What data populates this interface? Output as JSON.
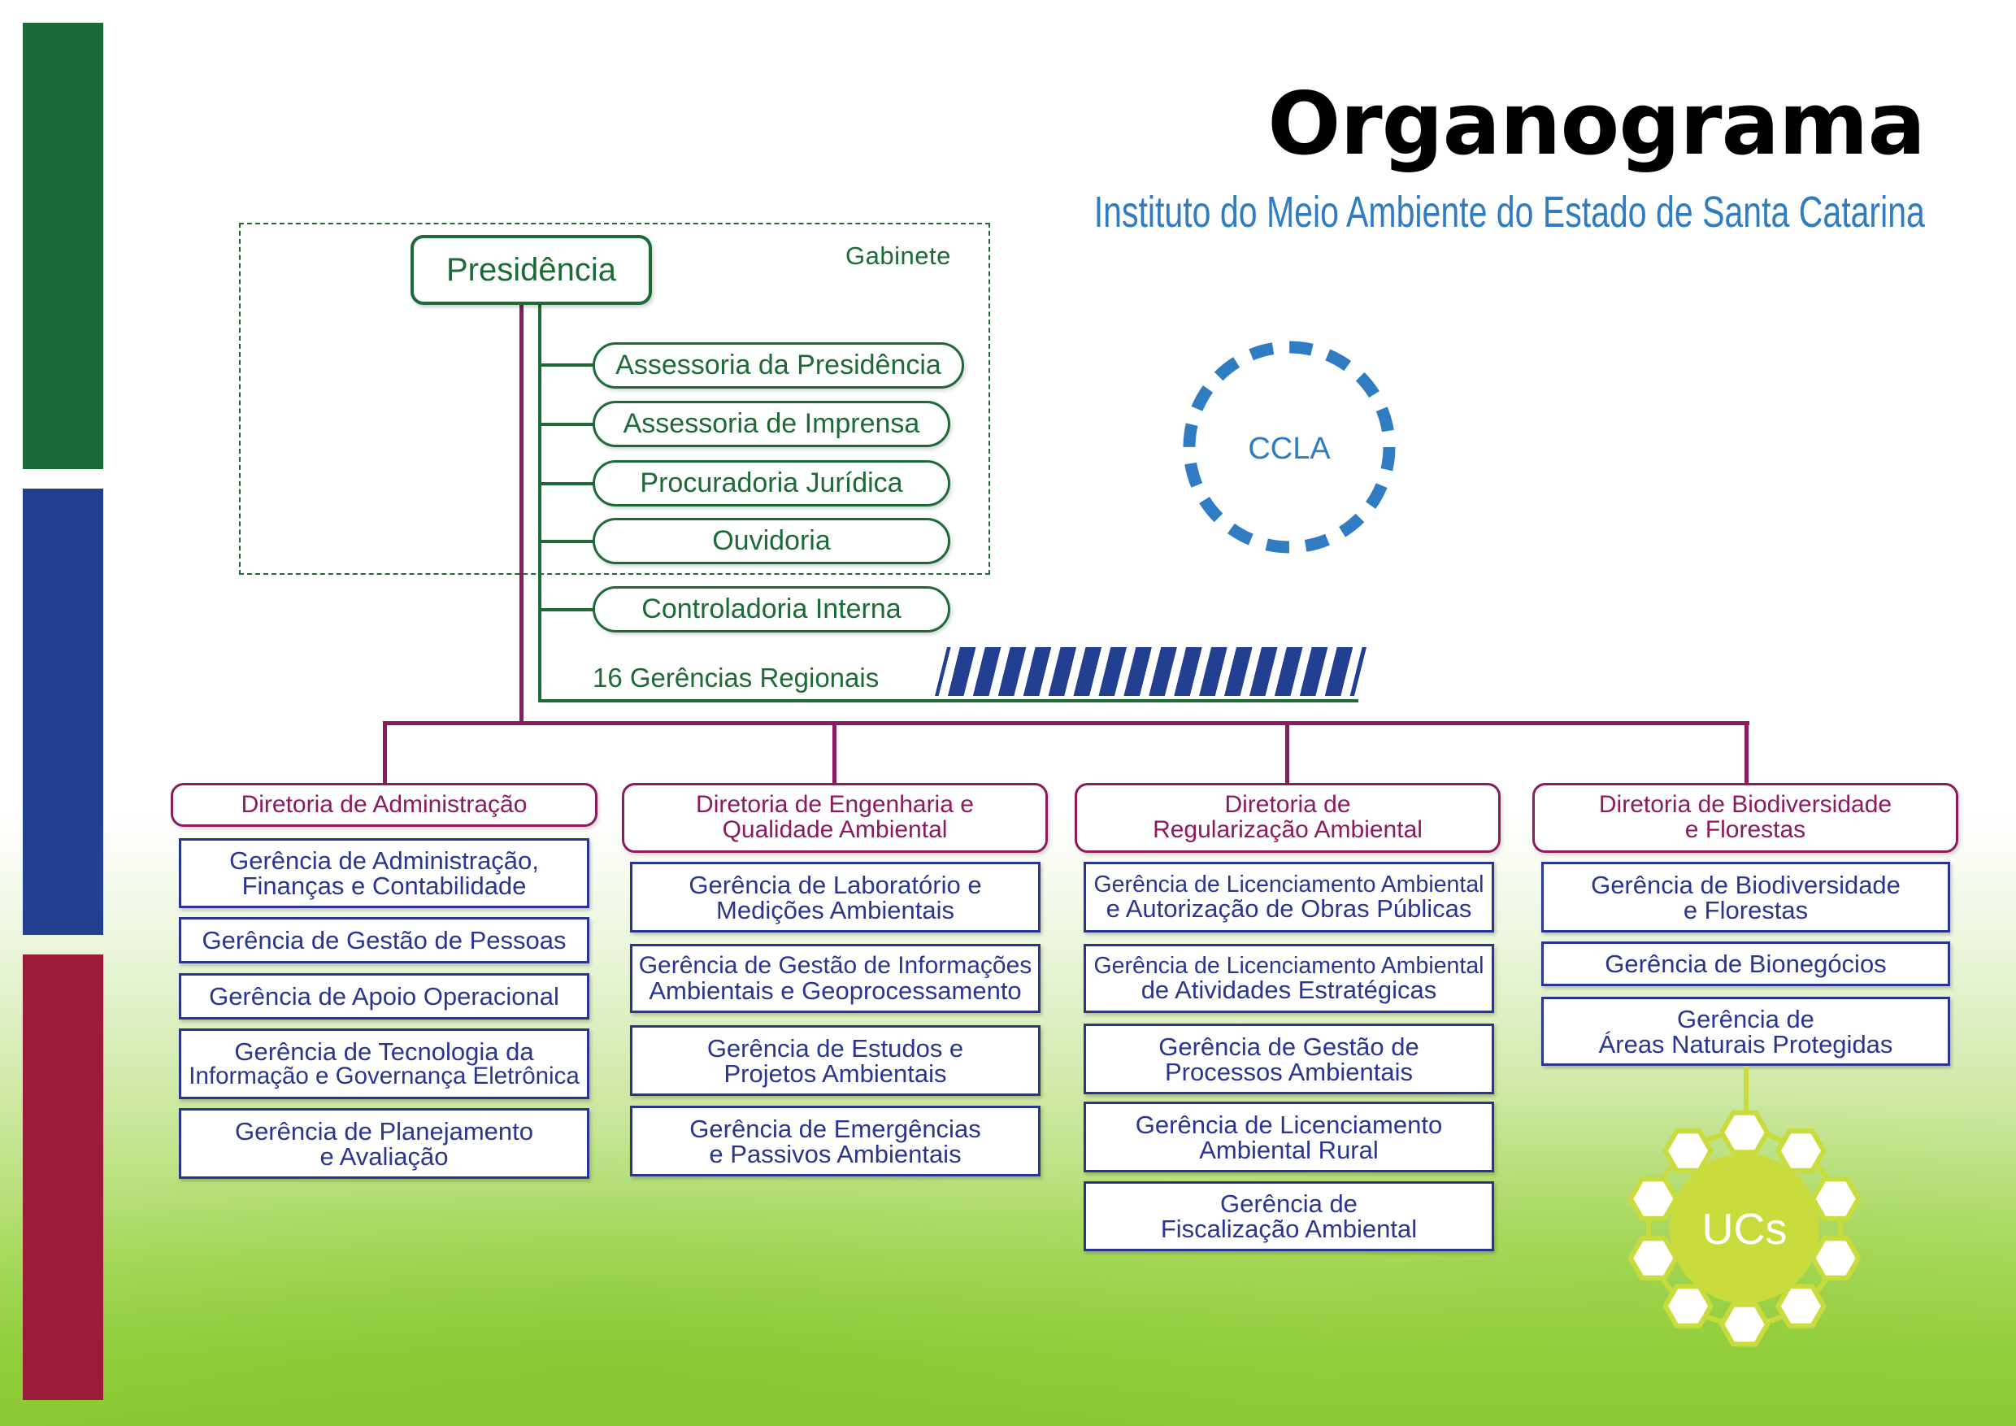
{
  "title": "Organograma",
  "subtitle": "Instituto do Meio Ambiente do Estado de Santa Catarina",
  "colors": {
    "green": "#1c6b37",
    "blue_bar": "#233f92",
    "red_bar": "#9b1b3b",
    "purple": "#8b1a5e",
    "navy": "#2a3590",
    "accent_blue": "#2f7cc2",
    "lime": "#c9dc3c"
  },
  "cabinet": {
    "label": "Gabinete",
    "president": "Presidência",
    "units": [
      "Assessoria da Presidência",
      "Assessoria de Imprensa",
      "Procuradoria Jurídica",
      "Ouvidoria"
    ]
  },
  "internal_control": "Controladoria Interna",
  "regional_offices": "16 Gerências Regionais",
  "council": "CCLA",
  "conservation_units": "UCs",
  "directorates": [
    {
      "name": [
        "Diretoria de Administração"
      ],
      "managements": [
        [
          "Gerência de Administração,",
          "Finanças e Contabilidade"
        ],
        [
          "Gerência de Gestão de Pessoas"
        ],
        [
          "Gerência de Apoio Operacional"
        ],
        [
          "Gerência de Tecnologia da",
          "Informação e Governança Eletrônica"
        ],
        [
          "Gerência de Planejamento",
          "e Avaliação"
        ]
      ]
    },
    {
      "name": [
        "Diretoria de Engenharia e",
        "Qualidade Ambiental"
      ],
      "managements": [
        [
          "Gerência de Laboratório e",
          "Medições Ambientais"
        ],
        [
          "Gerência de Gestão de Informações",
          "Ambientais e Geoprocessamento"
        ],
        [
          "Gerência de Estudos e",
          "Projetos Ambientais"
        ],
        [
          "Gerência de Emergências",
          "e Passivos Ambientais"
        ]
      ]
    },
    {
      "name": [
        "Diretoria de",
        "Regularização Ambiental"
      ],
      "managements": [
        [
          "Gerência de Licenciamento Ambiental",
          "e Autorização de Obras Públicas"
        ],
        [
          "Gerência de Licenciamento Ambiental",
          "de Atividades Estratégicas"
        ],
        [
          "Gerência de Gestão de",
          "Processos Ambientais"
        ],
        [
          "Gerência de Licenciamento",
          "Ambiental Rural"
        ],
        [
          "Gerência de",
          "Fiscalização Ambiental"
        ]
      ]
    },
    {
      "name": [
        "Diretoria de Biodiversidade",
        "e Florestas"
      ],
      "managements": [
        [
          "Gerência de Biodiversidade",
          "e Florestas"
        ],
        [
          "Gerência de Bionegócios"
        ],
        [
          "Gerência de",
          "Áreas Naturais Protegidas"
        ]
      ]
    }
  ]
}
